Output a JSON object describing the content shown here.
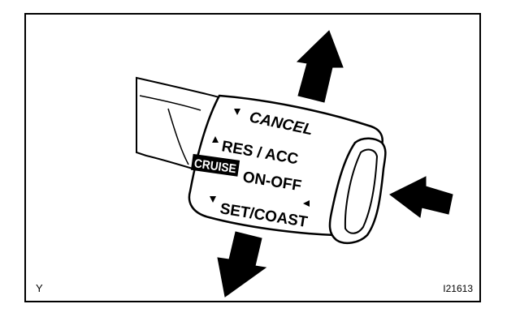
{
  "labels": {
    "cancel": "CANCEL",
    "res_acc": "RES / ACC",
    "cruise": "CRUISE",
    "on_off": "ON-OFF",
    "set_coast": "SET/COAST"
  },
  "corner_letter": "Y",
  "figure_code": "I21613",
  "colors": {
    "ink": "#000000",
    "paper": "#ffffff"
  },
  "icons": [
    "up-arrow-icon",
    "down-arrow-icon",
    "left-arrow-icon",
    "triangle-marker-icon"
  ]
}
